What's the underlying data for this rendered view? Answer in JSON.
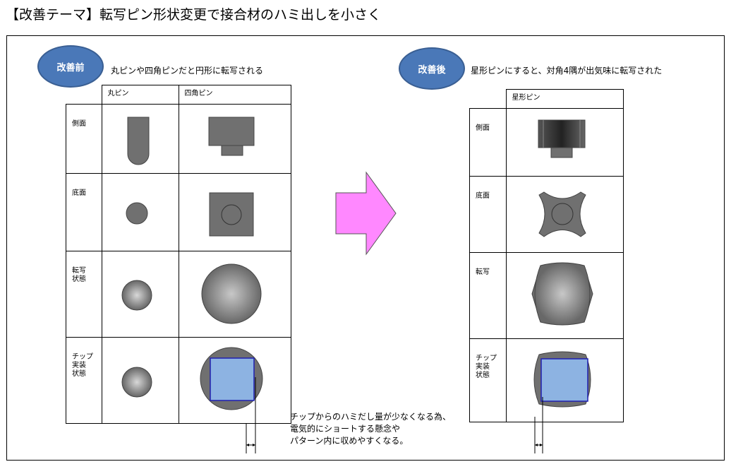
{
  "title": "【改善テーマ】転写ピン形状変更で接合材のハミ出しを小さく",
  "before": {
    "badge": "改善前",
    "caption": "丸ピンや四角ピンだと円形に転写される",
    "columns": [
      "丸ピン",
      "四角ピン"
    ],
    "rows": [
      "側面",
      "底面",
      "転写\n状態",
      "チップ\n実装\n状態"
    ]
  },
  "after": {
    "badge": "改善後",
    "caption": "星形ピンにすると、対角4隅が出気味に転写された",
    "columns": [
      "星形ピン"
    ],
    "rows": [
      "側面",
      "底面",
      "転写",
      "チップ\n実装\n状態"
    ]
  },
  "note": "チップからのハミだし量が少なくなる為、\n電気的にショートする懸念や\nパターン内に収めやすくなる。",
  "colors": {
    "badge": "#4a78b8",
    "shape_gray": "#707070",
    "chip_blue": "#8db3e2",
    "chip_border": "#1f1fb0",
    "arrow_fill": "#ff88ff"
  }
}
